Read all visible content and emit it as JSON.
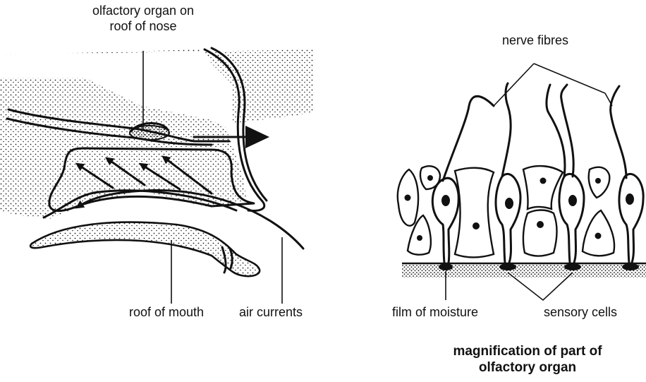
{
  "labels": {
    "olfactory_organ": "olfactory organ on\nroof of nose",
    "roof_of_mouth": "roof of mouth",
    "air_currents": "air currents",
    "nerve_fibres": "nerve fibres",
    "film_of_moisture": "film of moisture",
    "sensory_cells": "sensory cells",
    "magnification_caption": "magnification of part of\nolfactory organ"
  },
  "colors": {
    "ink": "#111111",
    "background": "#ffffff"
  }
}
